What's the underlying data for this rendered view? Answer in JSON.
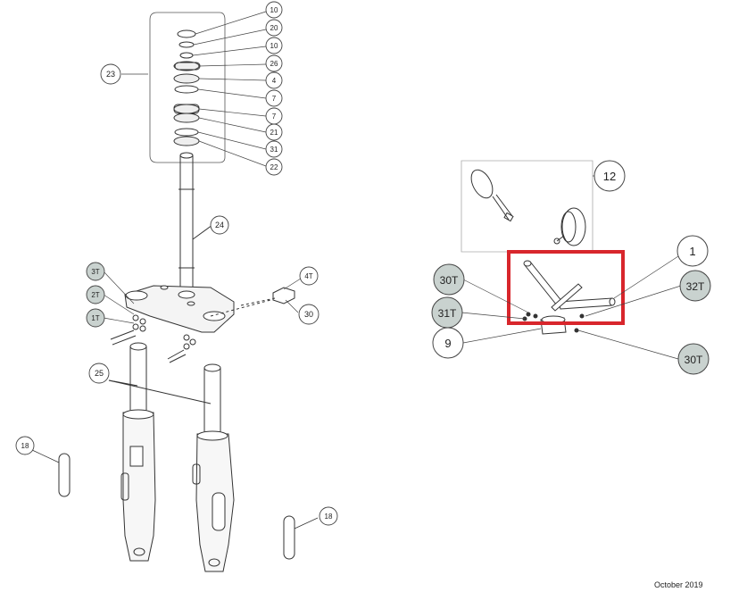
{
  "left_callouts": {
    "c10a": "10",
    "c20": "20",
    "c10b": "10",
    "c26": "26",
    "c4": "4",
    "c7a": "7",
    "c7b": "7",
    "c21": "21",
    "c31": "31",
    "c22": "22",
    "c23": "23",
    "c24": "24",
    "c4T": "4T",
    "c30": "30",
    "c3T": "3T",
    "c2T": "2T",
    "c1T": "1T",
    "c25": "25",
    "c18a": "18",
    "c18b": "18"
  },
  "right_callouts": {
    "c12": "12",
    "c1": "1",
    "c30Ta": "30T",
    "c32T": "32T",
    "c31T": "31T",
    "c9": "9",
    "c30Tb": "30T"
  },
  "highlight_color": "#d8262c",
  "shaded_callout_color": "#c9d2cf",
  "footer": {
    "date": "October 2019"
  }
}
